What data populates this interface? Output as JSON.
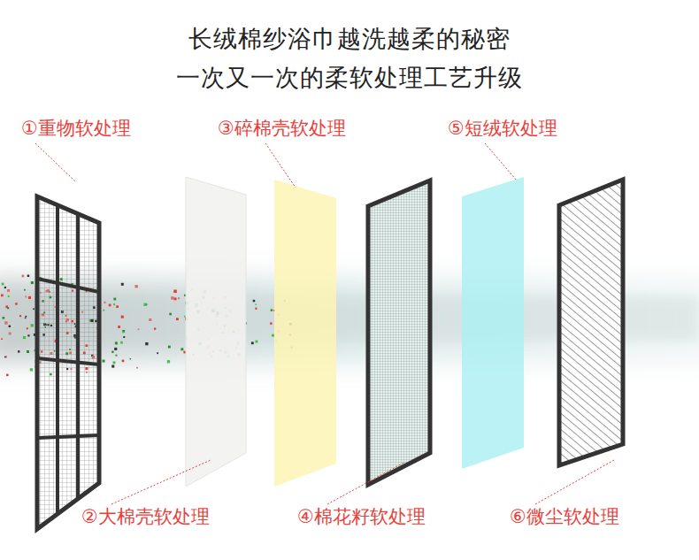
{
  "diagram": {
    "title": "长绒棉纱浴巾越洗越柔的秘密",
    "labels": [
      "一次又一次的柔软处理工艺升级",
      "①重物软处理",
      "③碎棉壳软处理",
      "⑤短绒软处理",
      "②大棉壳软处理",
      "④棉花籽软处理",
      "⑥微尘软处理"
    ]
  }
}
